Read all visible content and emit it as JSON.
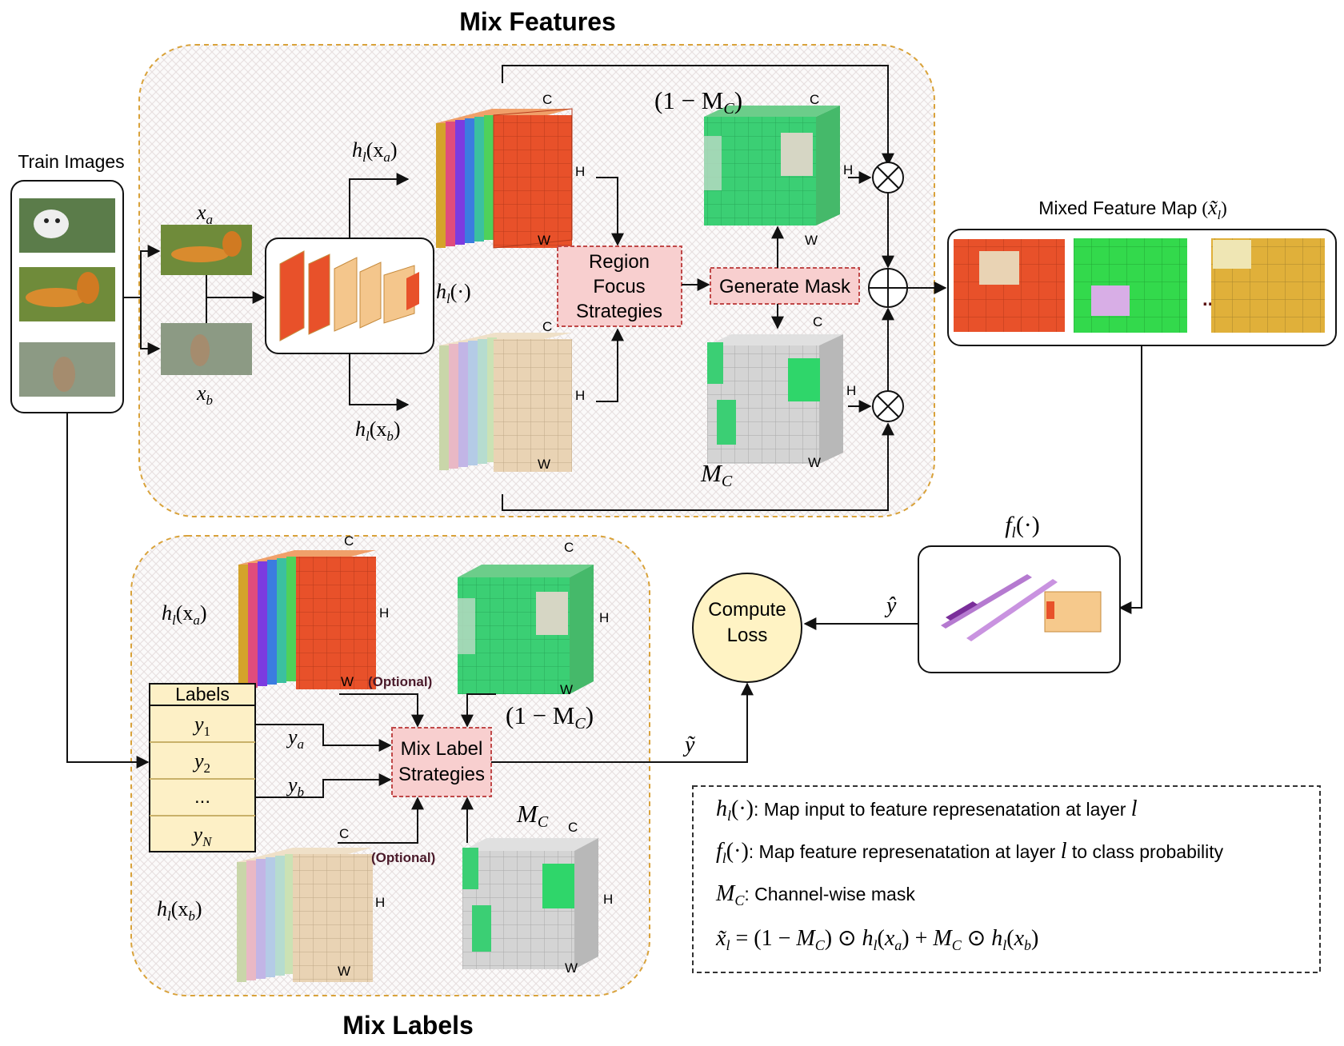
{
  "titles": {
    "mix_features": "Mix Features",
    "mix_labels": "Mix Labels"
  },
  "train_images": {
    "label": "Train Images",
    "xa": "x",
    "xa_sub": "a",
    "xb": "x",
    "xb_sub": "b"
  },
  "features": {
    "h_xa": "h",
    "h_xa_sub": "l",
    "h_xa_arg": "(x",
    "h_xa_arg_sub": "a",
    "h_xb_arg_sub": "b",
    "h_dot": "(·)",
    "dim_c": "C",
    "dim_h": "H",
    "dim_w": "W",
    "one_minus_mc": "(1 − M",
    "mc_sub": "C",
    "mc": "M"
  },
  "boxes": {
    "region_focus": [
      "Region",
      "Focus",
      "Strategies"
    ],
    "generate_mask": "Generate Mask",
    "mix_label": [
      "Mix Label",
      "Strategies"
    ],
    "compute_loss": [
      "Compute",
      "Loss"
    ]
  },
  "mixed_map": {
    "label": "Mixed Feature Map"
  },
  "classifier": {
    "label": "f",
    "y_hat": "ŷ",
    "y_tilde": "ỹ"
  },
  "labels_table": {
    "header": "Labels",
    "rows": [
      "y",
      "y",
      "...",
      "y"
    ],
    "subs": [
      "1",
      "2",
      "",
      "N"
    ],
    "ya": "y",
    "yb": "y"
  },
  "optional": "(Optional)",
  "legend": {
    "line1_text": ": Map input to feature represenatation at layer ",
    "line2_text": ": Map feature represenatation at layer ",
    "line2_tail": " to class probability",
    "line3_text": ": Channel-wise mask",
    "l": "l"
  },
  "colors": {
    "orange_cube": "#e8512a",
    "tan_cube": "#e9d3b4",
    "green_mask": "#2fc36a",
    "gray_mask": "#cfcfcf",
    "pink_box": "#f8cfcf",
    "yellow_loss": "#fff3c4",
    "yellow_labels": "#fdf0c6",
    "dashed_border": "#d9a23a"
  }
}
